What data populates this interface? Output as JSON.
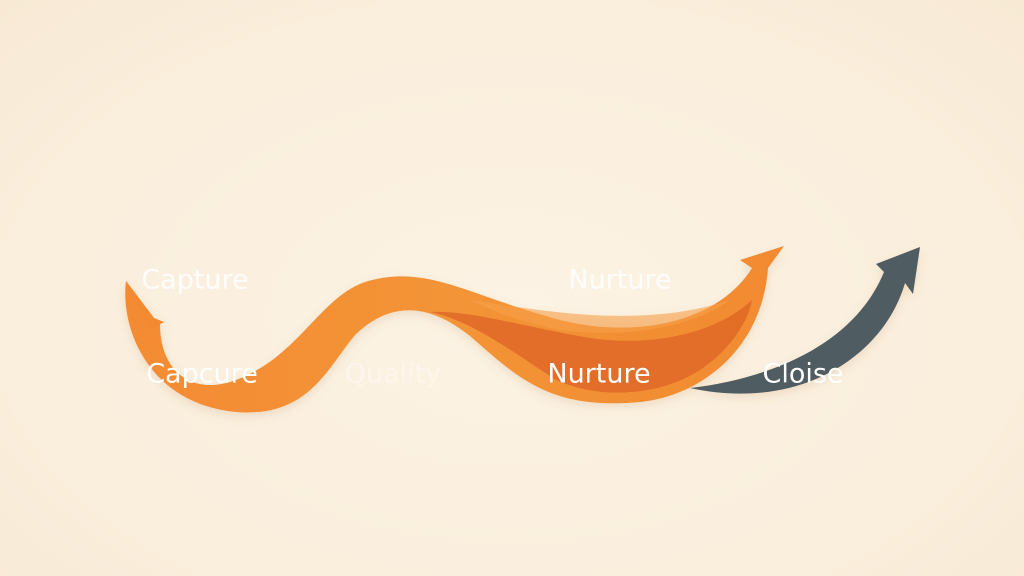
{
  "labels": {
    "top_left": "Capture",
    "top_right": "Nurture",
    "step1": "Capcure",
    "step2": "Quality",
    "step3": "Nurture",
    "step4": "Cloise"
  },
  "colors": {
    "background": "#fbf0df",
    "orange": "#f28a32",
    "orange_dark": "#e06a28",
    "slate": "#4f5c62"
  }
}
